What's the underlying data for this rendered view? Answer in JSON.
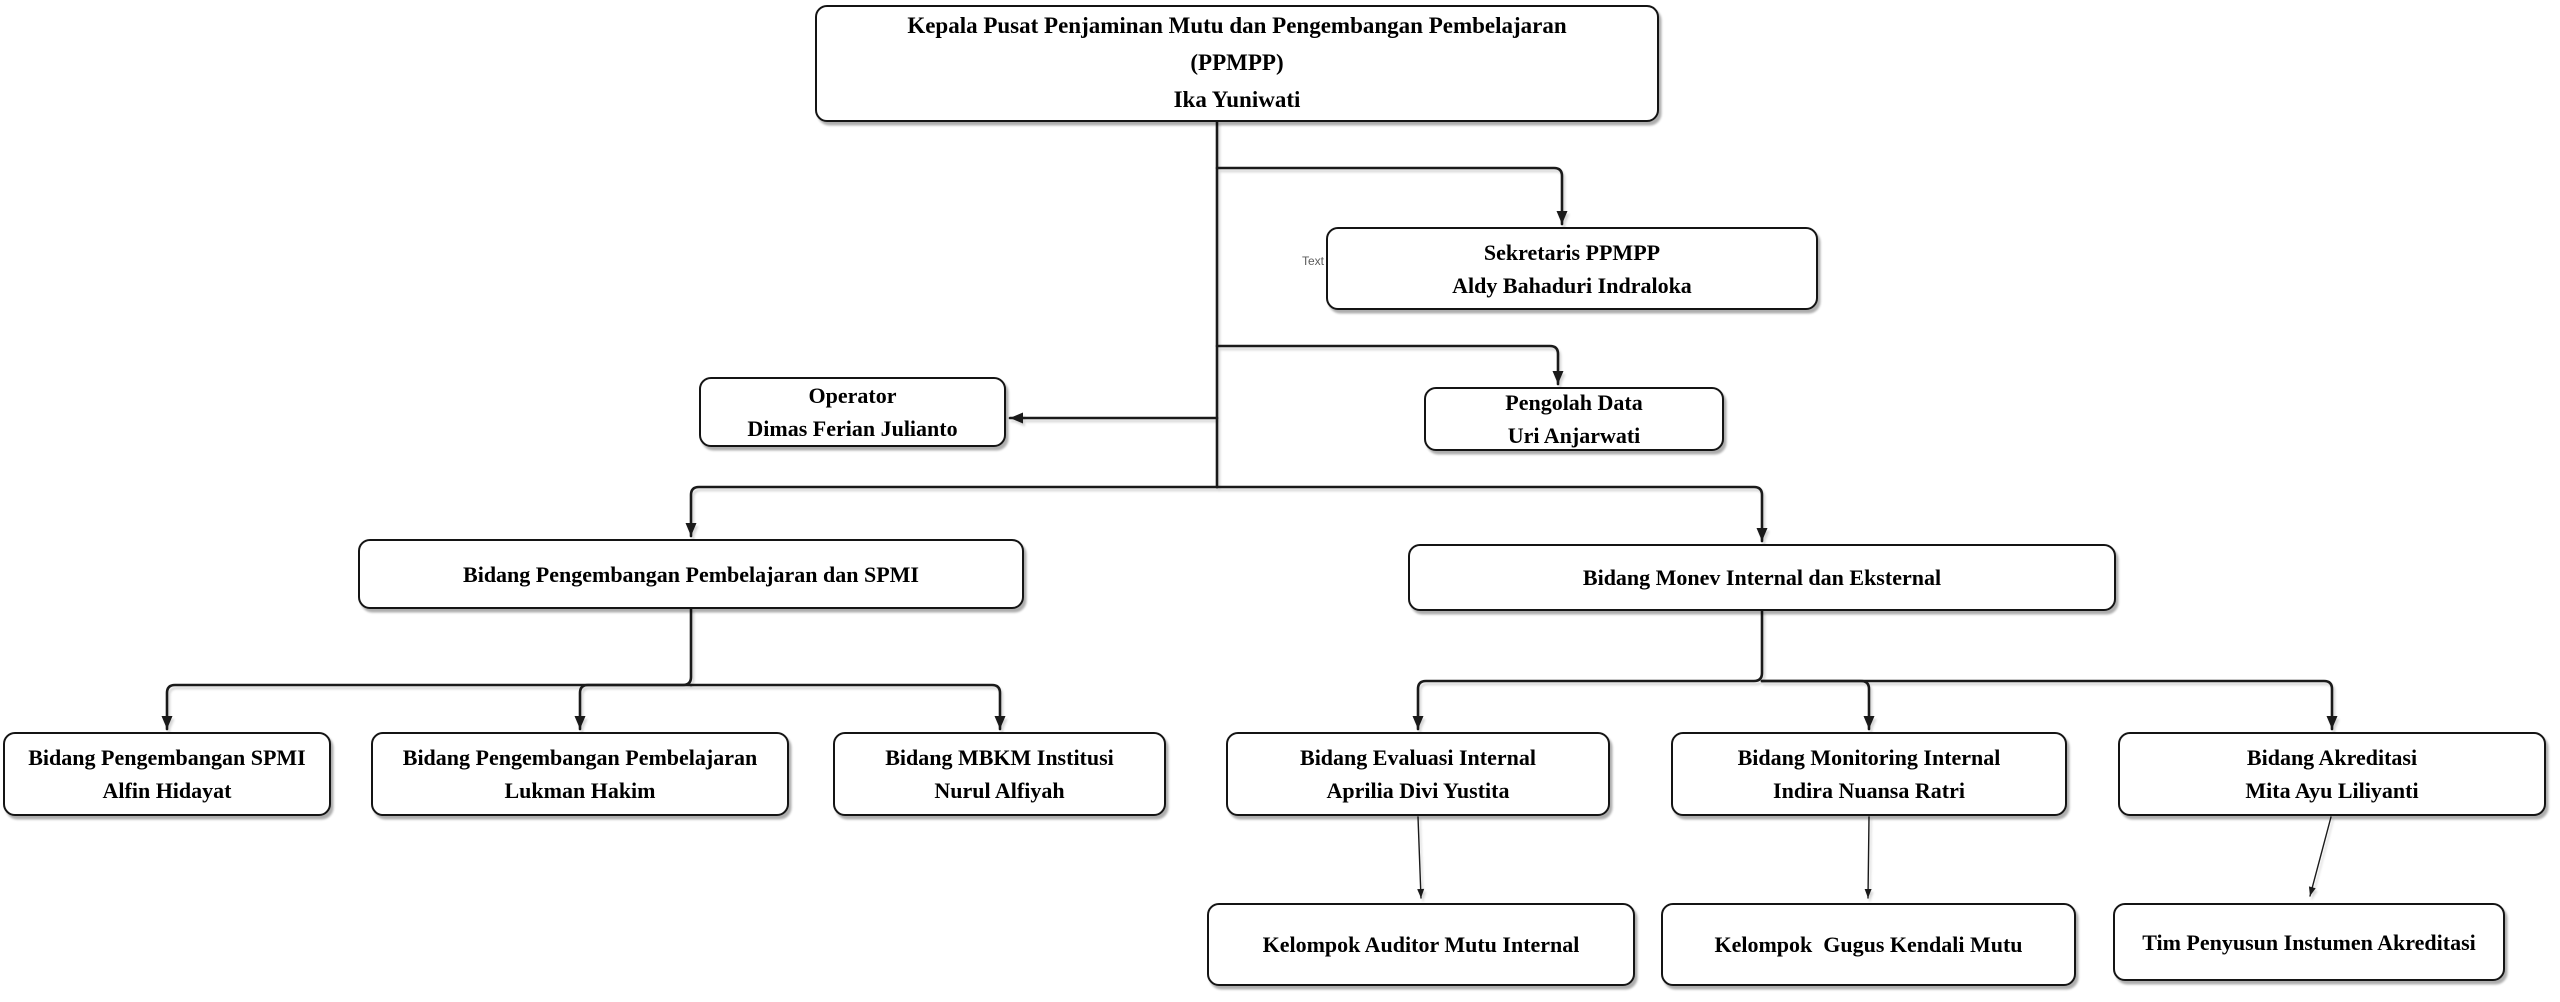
{
  "diagram": {
    "type": "org-chart",
    "edge_label": "Text",
    "colors": {
      "line": "#1a1a1a",
      "box_border": "#141414",
      "box_fill": "#ffffff",
      "text": "#000000",
      "edge_label_text": "#5b5b5b"
    },
    "nodes": {
      "kepala": {
        "lines": [
          "Kepala Pusat Penjaminan Mutu dan Pengembangan Pembelajaran",
          "(PPMPP)",
          "Ika Yuniwati"
        ]
      },
      "sekretaris": {
        "lines": [
          "Sekretaris PPMPP",
          "Aldy Bahaduri Indraloka"
        ]
      },
      "operator": {
        "lines": [
          "Operator",
          "Dimas Ferian Julianto"
        ]
      },
      "pengolah_data": {
        "lines": [
          "Pengolah Data",
          "Uri Anjarwati"
        ]
      },
      "bidang_pp_spmi": {
        "lines": [
          "Bidang Pengembangan Pembelajaran dan SPMI"
        ]
      },
      "bidang_monev": {
        "lines": [
          "Bidang Monev Internal dan Eksternal"
        ]
      },
      "bidang_peng_spmi": {
        "lines": [
          "Bidang Pengembangan SPMI",
          "Alfin Hidayat"
        ]
      },
      "bidang_peng_pembelajaran": {
        "lines": [
          "Bidang Pengembangan Pembelajaran",
          "Lukman Hakim"
        ]
      },
      "bidang_mbkm": {
        "lines": [
          "Bidang MBKM Institusi",
          "Nurul Alfiyah"
        ]
      },
      "bidang_evaluasi": {
        "lines": [
          "Bidang Evaluasi Internal",
          "Aprilia Divi Yustita"
        ]
      },
      "bidang_monitoring": {
        "lines": [
          "Bidang Monitoring Internal",
          "Indira Nuansa Ratri"
        ]
      },
      "bidang_akreditasi": {
        "lines": [
          "Bidang Akreditasi",
          "Mita Ayu Liliyanti"
        ]
      },
      "kelompok_auditor": {
        "lines": [
          "Kelompok Auditor Mutu Internal"
        ]
      },
      "kelompok_gugus": {
        "lines": [
          "Kelompok  Gugus Kendali Mutu"
        ]
      },
      "tim_penyusun": {
        "lines": [
          "Tim Penyusun Instumen Akreditasi"
        ]
      }
    }
  }
}
